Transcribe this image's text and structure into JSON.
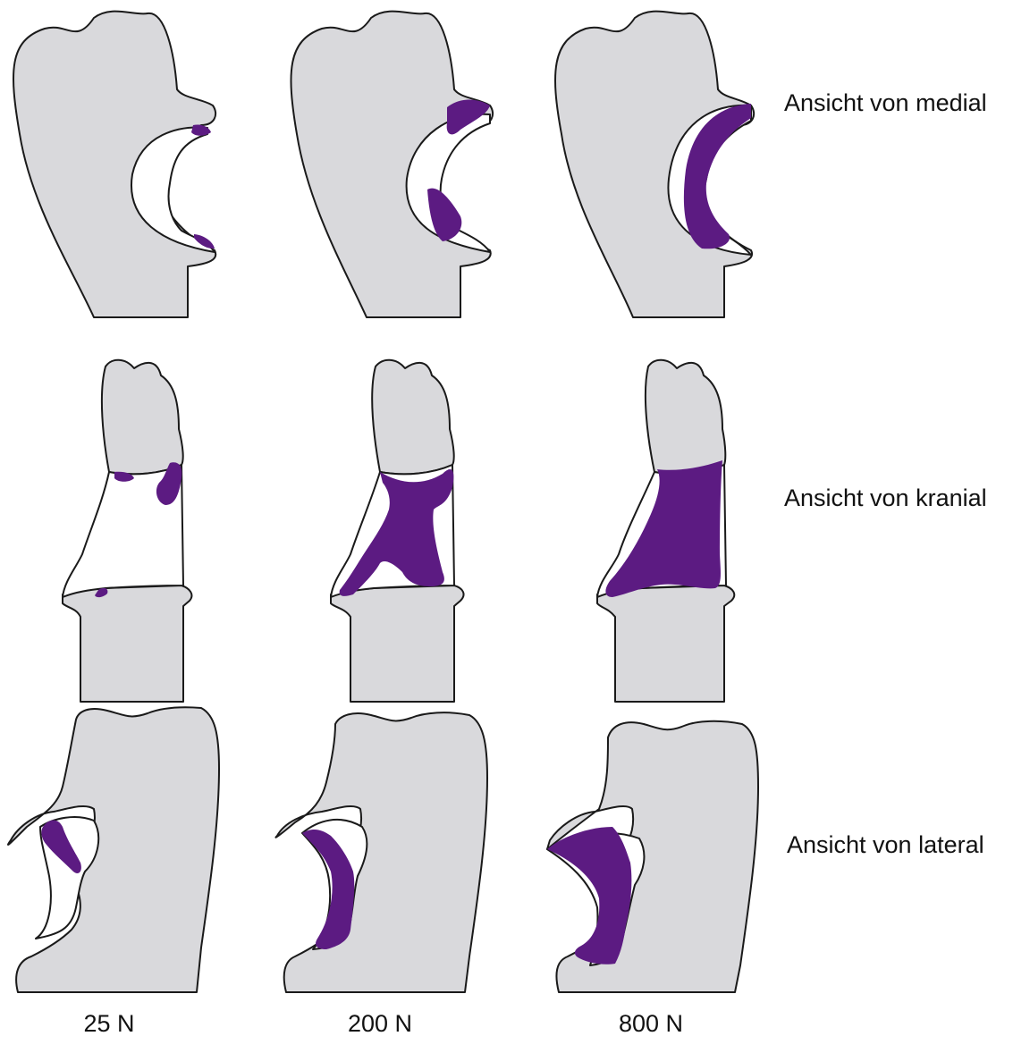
{
  "figure": {
    "rows": [
      {
        "label": "Ansicht von medial"
      },
      {
        "label": "Ansicht von kranial"
      },
      {
        "label": "Ansicht von lateral"
      }
    ],
    "columns": [
      {
        "label": "25 N"
      },
      {
        "label": "200 N"
      },
      {
        "label": "800 N"
      }
    ],
    "colors": {
      "bone": "#d9d9dc",
      "cartilage": "#ffffff",
      "contact_area": "#5c1b82",
      "outline": "#1a1a1a"
    }
  }
}
